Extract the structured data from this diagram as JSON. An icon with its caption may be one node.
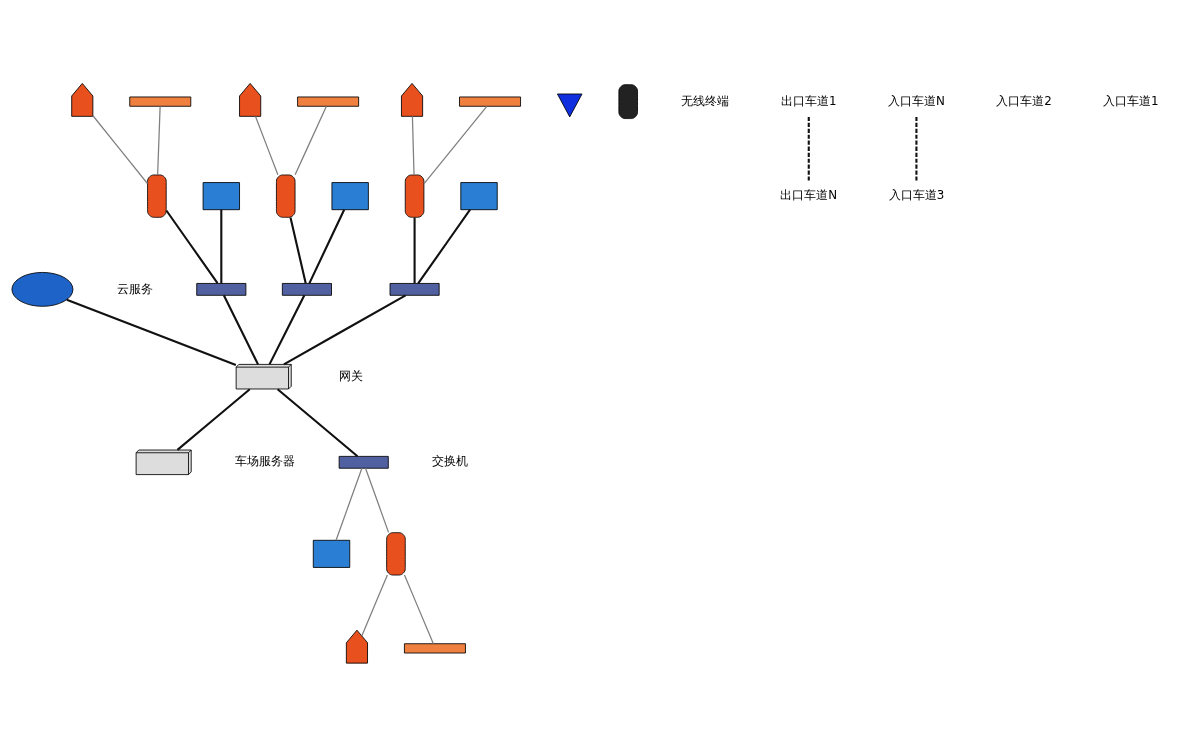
{
  "diagram": {
    "nodes": [
      {
        "text": [],
        "shape": "cloud",
        "beside": [
          "云服务"
        ]
      },
      {
        "text": [],
        "shape": "bolt"
      },
      {
        "text": [],
        "shape": "phone",
        "beside": [
          "无线终端"
        ]
      },
      {
        "text": [],
        "shape": "box",
        "beside": [
          "网关"
        ]
      },
      {
        "text": [],
        "shape": "box",
        "beside": [
          "车场服务器"
        ]
      },
      {
        "text": [],
        "shape": "bar",
        "beside": [
          "交换机"
        ]
      },
      {
        "text": [],
        "shape": "monitor"
      },
      {
        "text": [],
        "shape": "kiosk"
      },
      {
        "text": [],
        "shape": "camera"
      },
      {
        "text": [],
        "shape": "barrier"
      },
      {
        "text": [
          "出口车道1"
        ]
      },
      {
        "text": [
          "出口车道N"
        ]
      },
      {
        "text": [
          "入口车道N"
        ]
      },
      {
        "text": [],
        "shape": "camera"
      },
      {
        "text": [],
        "shape": "kiosk"
      },
      {
        "text": [],
        "shape": "monitor"
      },
      {
        "text": [],
        "shape": "bar"
      },
      {
        "text": [],
        "shape": "barrier"
      },
      {
        "text": [
          "入口车道3"
        ]
      },
      {
        "text": [],
        "shape": "camera"
      },
      {
        "text": [],
        "shape": "kiosk"
      },
      {
        "text": [],
        "shape": "monitor"
      },
      {
        "text": [],
        "shape": "bar"
      },
      {
        "text": [],
        "shape": "barrier"
      },
      {
        "text": [
          "入口车道2"
        ]
      },
      {
        "text": [],
        "shape": "camera"
      },
      {
        "text": [],
        "shape": "kiosk"
      },
      {
        "text": [],
        "shape": "monitor"
      },
      {
        "text": [],
        "shape": "bar"
      },
      {
        "text": [],
        "shape": "barrier"
      },
      {
        "text": [
          "入口车道1"
        ]
      }
    ],
    "edges": [
      {
        "from": 0,
        "to": 3,
        "arrow": "none"
      },
      {
        "from": 3,
        "to": 4,
        "arrow": "none"
      },
      {
        "from": 16,
        "to": 3,
        "arrow": "none"
      },
      {
        "from": 15,
        "to": 16,
        "arrow": "none"
      },
      {
        "from": 14,
        "to": 16,
        "arrow": "none"
      },
      {
        "from": 13,
        "to": 14,
        "arrow": "none",
        "color": "#808080"
      },
      {
        "from": 17,
        "to": 14,
        "arrow": "none",
        "color": "#808080"
      },
      {
        "from": 12,
        "to": 18,
        "arrow": "none",
        "style": "dashed"
      },
      {
        "from": 22,
        "to": 3,
        "arrow": "none"
      },
      {
        "from": 21,
        "to": 22,
        "arrow": "none"
      },
      {
        "from": 20,
        "to": 22,
        "arrow": "none"
      },
      {
        "from": 19,
        "to": 20,
        "arrow": "none",
        "color": "#808080"
      },
      {
        "from": 23,
        "to": 20,
        "arrow": "none",
        "color": "#808080"
      },
      {
        "from": 28,
        "to": 3,
        "arrow": "none"
      },
      {
        "from": 27,
        "to": 28,
        "arrow": "none"
      },
      {
        "from": 26,
        "to": 28,
        "arrow": "none"
      },
      {
        "from": 25,
        "to": 26,
        "arrow": "none",
        "color": "#808080"
      },
      {
        "from": 29,
        "to": 26,
        "arrow": "none",
        "color": "#808080"
      },
      {
        "from": 3,
        "to": 5,
        "arrow": "none"
      },
      {
        "from": 5,
        "to": 6,
        "arrow": "none",
        "color": "#808080"
      },
      {
        "from": 5,
        "to": 7,
        "arrow": "none",
        "color": "#808080"
      },
      {
        "from": 7,
        "to": 8,
        "arrow": "none",
        "color": "#808080"
      },
      {
        "from": 7,
        "to": 9,
        "arrow": "none",
        "color": "#808080"
      },
      {
        "from": 10,
        "to": 11,
        "arrow": "none",
        "style": "dashed"
      }
    ]
  }
}
